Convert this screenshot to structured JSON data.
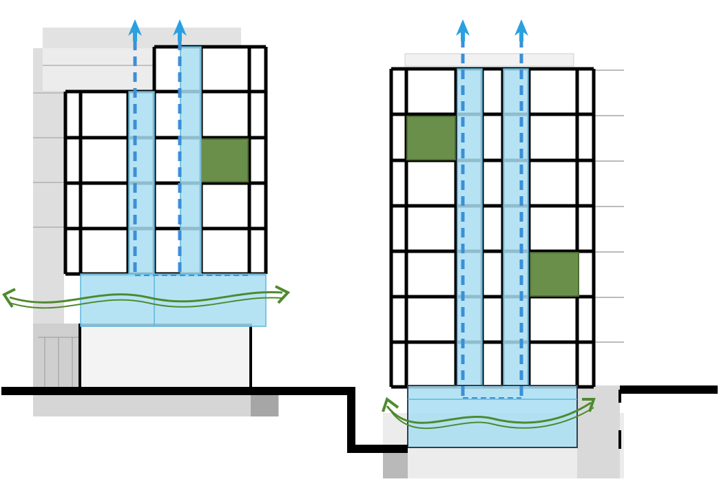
{
  "diagram": {
    "description_text": "",
    "colors": {
      "background": "#ffffff",
      "context_gray": "#dcdcdc",
      "context_gray_dark": "#bdbdbd",
      "grid_line": "#000000",
      "shaft_fill": "#a9def2",
      "shaft_stroke": "#5bb6dc",
      "airflow_arrow": "#2aa0e0",
      "airflow_dash": "#3a8fd8",
      "green_panel": "#6a8f4a",
      "green_arrow": "#4e8a2e",
      "ground": "#000000"
    },
    "buildings": [
      {
        "name": "left-building",
        "vertical_shafts": 2,
        "green_panels": 1,
        "exhaust_arrows": 2,
        "cross_vent_arrows": 1
      },
      {
        "name": "right-building",
        "vertical_shafts": 2,
        "green_panels": 2,
        "exhaust_arrows": 2,
        "cross_vent_arrows": 1
      }
    ]
  }
}
